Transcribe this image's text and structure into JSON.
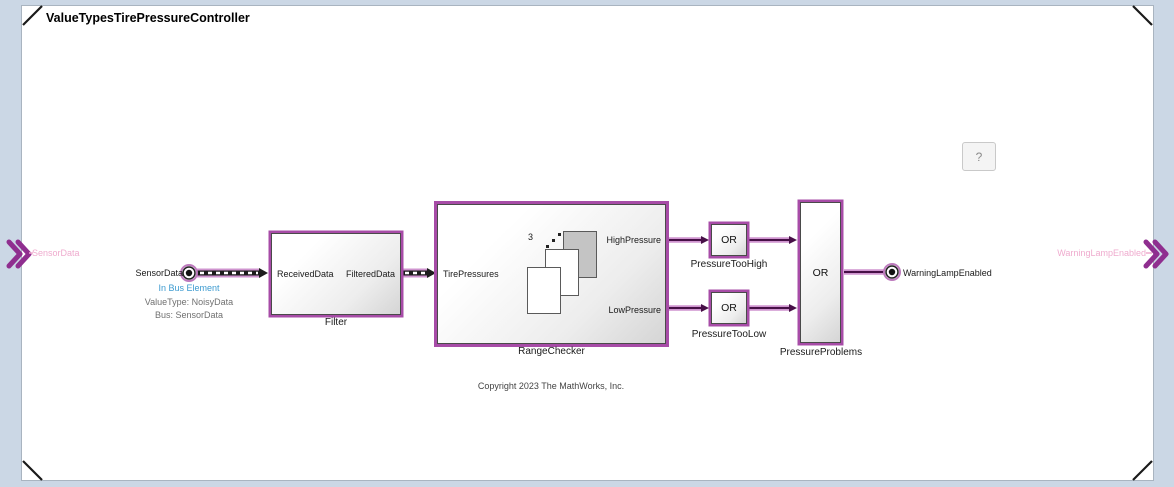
{
  "window": {
    "title": "ValueTypesTirePressureController",
    "help_button": "?",
    "copyright": "Copyright 2023 The MathWorks, Inc."
  },
  "interface": {
    "input_edge_label": "SensorData",
    "output_edge_label": "WarningLampEnabled"
  },
  "inport": {
    "name": "SensorData",
    "type_label": "In Bus Element",
    "value_type": "ValueType: NoisyData",
    "bus": "Bus: SensorData"
  },
  "outport": {
    "name": "WarningLampEnabled"
  },
  "blocks": {
    "filter": {
      "name": "Filter",
      "input_port": "ReceivedData",
      "output_port": "FilteredData"
    },
    "range_checker": {
      "name": "RangeChecker",
      "input_port": "TirePressures",
      "output_port_top": "HighPressure",
      "output_port_bottom": "LowPressure",
      "icon_label": "3"
    },
    "pressure_too_high": {
      "operator": "OR",
      "name": "PressureTooHigh"
    },
    "pressure_too_low": {
      "operator": "OR",
      "name": "PressureTooLow"
    },
    "pressure_problems": {
      "operator": "OR",
      "name": "PressureProblems"
    }
  },
  "colors": {
    "selection_highlight": "#a74ca7",
    "signal_line": "#471047",
    "edge_label_pink": "#efabce",
    "bus_element_link_blue": "#3d9bd0",
    "canvas": "#ffffff",
    "desktop": "#cbd7e5"
  }
}
